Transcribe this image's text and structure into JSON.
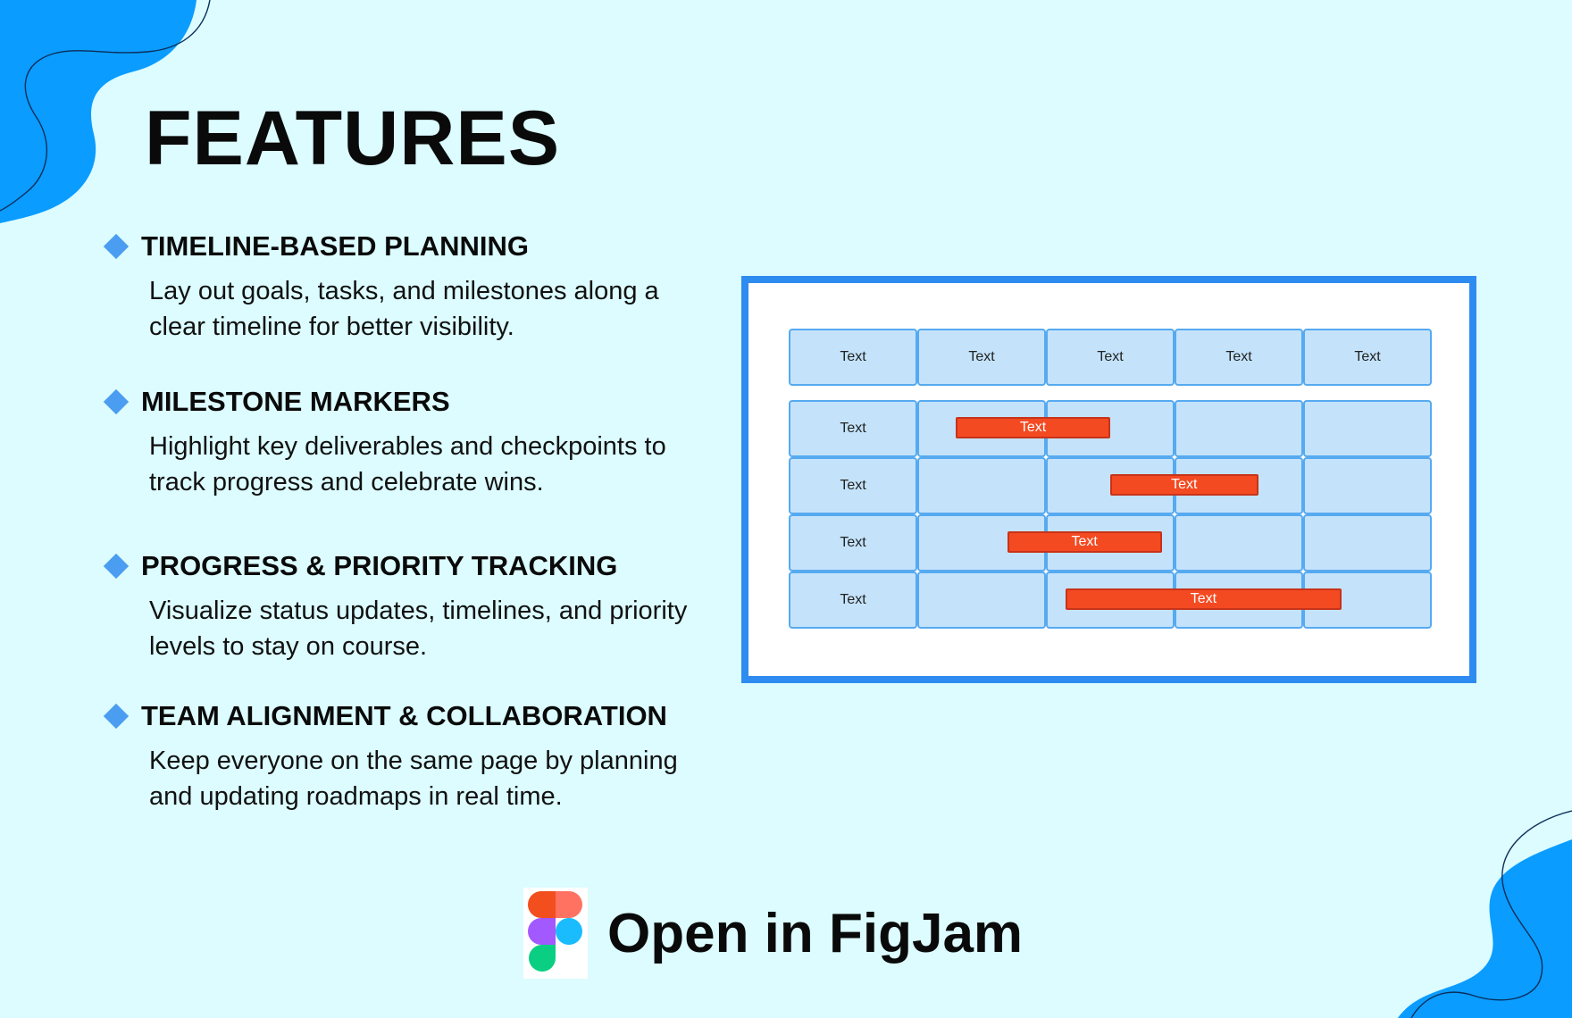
{
  "title": "FEATURES",
  "features": [
    {
      "title": "TIMELINE-BASED PLANNING",
      "description": "Lay out goals, tasks, and milestones along a clear timeline for better visibility."
    },
    {
      "title": "MILESTONE MARKERS",
      "description": "Highlight key deliverables and checkpoints to track progress and celebrate wins."
    },
    {
      "title": "PROGRESS & PRIORITY TRACKING",
      "description": "Visualize status updates, timelines, and priority levels to stay on course."
    },
    {
      "title": "TEAM ALIGNMENT & COLLABORATION",
      "description": "Keep everyone on the same page by planning and updating roadmaps in real time."
    }
  ],
  "gantt": {
    "headers": [
      "Text",
      "Text",
      "Text",
      "Text",
      "Text"
    ],
    "rows": [
      {
        "label": "Text",
        "bar": {
          "label": "Text",
          "start": 1.3,
          "end": 2.5
        }
      },
      {
        "label": "Text",
        "bar": {
          "label": "Text",
          "start": 2.5,
          "end": 3.65
        }
      },
      {
        "label": "Text",
        "bar": {
          "label": "Text",
          "start": 1.7,
          "end": 2.9
        }
      },
      {
        "label": "Text",
        "bar": {
          "label": "Text",
          "start": 2.15,
          "end": 4.3
        }
      }
    ]
  },
  "cta": {
    "label": "Open in FigJam"
  },
  "colors": {
    "background": "#dcfcff",
    "accent_blue": "#0a9cff",
    "diamond": "#4a9df0",
    "frame": "#2e8bf0",
    "cell_fill": "#c4e3fb",
    "cell_border": "#56aaf0",
    "bar": "#f44a22"
  },
  "icons": {
    "bullet": "diamond-bullet-icon",
    "logo": "figma-logo-icon"
  }
}
